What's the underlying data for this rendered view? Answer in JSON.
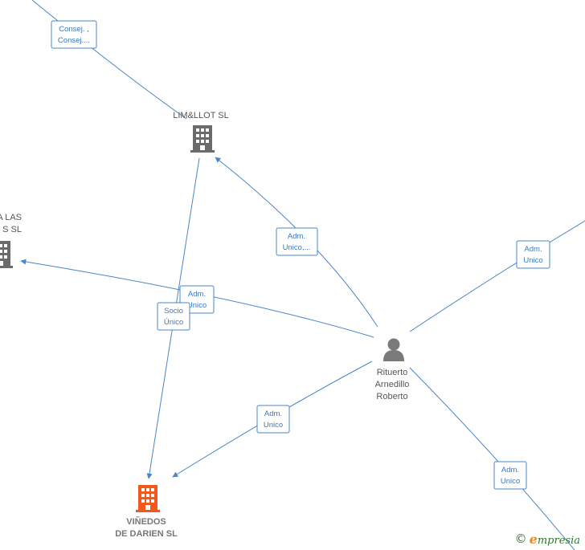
{
  "colors": {
    "edge": "#4a86c8",
    "label_text": "#3b78c3",
    "company": "#6b6b6b",
    "company_main": "#f25a1d",
    "person": "#7a7a7a"
  },
  "nodes": {
    "limllot": {
      "label_lines": [
        "LIM&LLOT  SL"
      ],
      "icon": "building-icon"
    },
    "las": {
      "label_lines": [
        "A LAS",
        "S  SL"
      ],
      "icon": "building-icon"
    },
    "vinedos": {
      "label_lines": [
        "VIÑEDOS",
        "DE DARIEN  SL"
      ],
      "icon": "building-icon"
    },
    "rituerto": {
      "label_lines": [
        "Rituerto",
        "Arnedillo",
        "Roberto"
      ],
      "icon": "person-icon"
    }
  },
  "edge_labels": {
    "consej": [
      "Consej. ,",
      "Consej...."
    ],
    "adm_limllot": [
      "Adm.",
      "Unico,..."
    ],
    "adm_las": [
      "Adm.",
      "Unico"
    ],
    "socio": [
      "Socio",
      "Único"
    ],
    "adm_vinedos": [
      "Adm.",
      "Unico"
    ],
    "adm_topright": [
      "Adm.",
      "Unico"
    ],
    "adm_bottomright": [
      "Adm.",
      "Unico"
    ]
  },
  "watermark": {
    "symbol": "©",
    "first_letter": "e",
    "rest": "mpresia"
  }
}
